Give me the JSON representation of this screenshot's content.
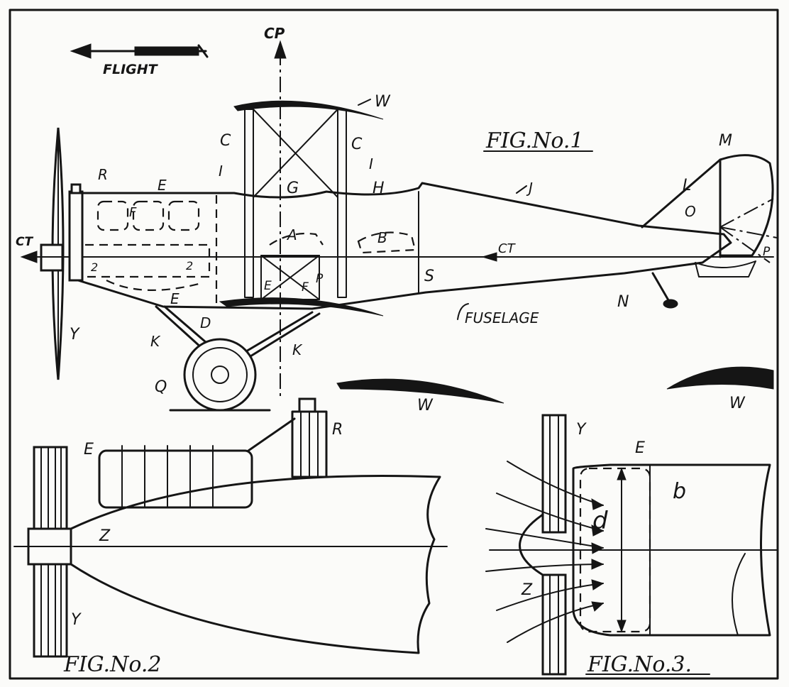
{
  "labels": {
    "flight": "FLIGHT",
    "cp": "CP",
    "ct": "CT",
    "ct_axis": "CT",
    "fuselage": "FUSELAGE",
    "fig1": "FIG.No.1",
    "fig2": "FIG.No.2",
    "fig3": "FIG.No.3.",
    "W": "W",
    "C": "C",
    "I": "I",
    "G": "G",
    "H": "H",
    "J": "J",
    "L": "L",
    "M": "M",
    "O": "O",
    "P": "P",
    "R": "R",
    "E": "E",
    "F": "F",
    "A": "A",
    "B": "B",
    "S": "S",
    "D": "D",
    "N": "N",
    "K": "K",
    "Q": "Q",
    "Y": "Y",
    "Z": "Z",
    "d": "d",
    "b": "b",
    "two": "2"
  }
}
